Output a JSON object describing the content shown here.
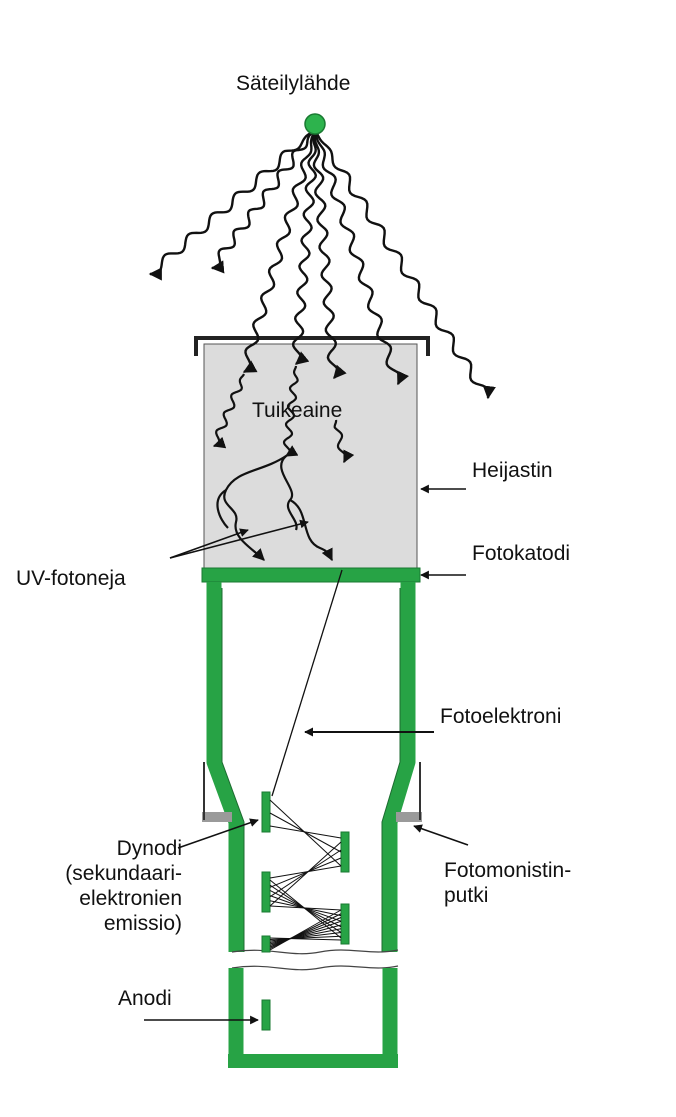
{
  "labels": {
    "source": "Säteilylähde",
    "scintillator": "Tuikeaine",
    "reflector": "Heijastin",
    "photocathode": "Fotokatodi",
    "uv_photons": "UV-fotoneja",
    "photoelectron": "Fotoelektroni",
    "dynode": [
      "Dynodi",
      "(sekundaari-",
      "elektronien",
      "emissio)"
    ],
    "pmt": [
      "Fotomonistin-",
      "putki"
    ],
    "anode": "Anodi"
  },
  "colors": {
    "tube": "#27a345",
    "scintillator_fill": "#dcdcdc",
    "source": "#2db34d",
    "line": "#111111"
  },
  "icons": {
    "source": "source-dot-icon",
    "ray": "wavy-arrow-icon"
  }
}
